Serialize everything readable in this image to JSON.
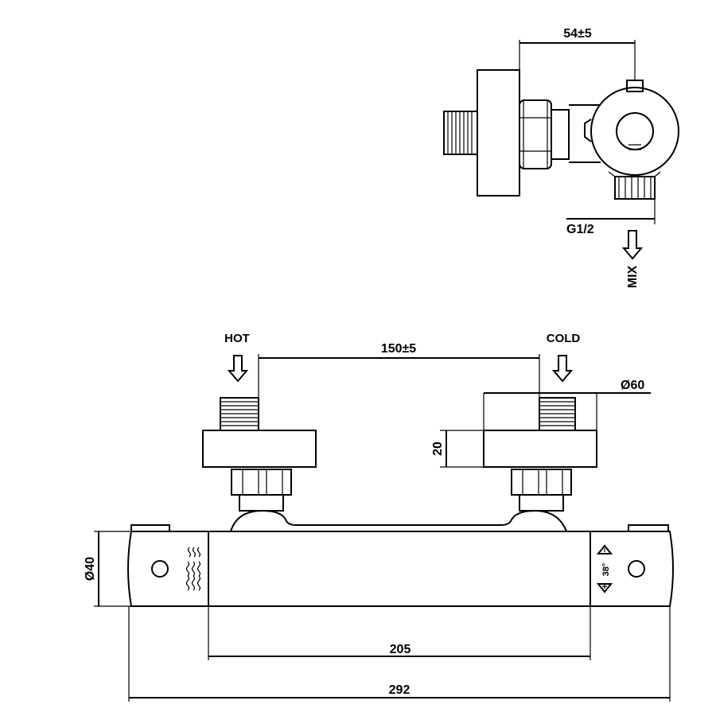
{
  "labels": {
    "dim_depth": "54±5",
    "thread": "G1/2",
    "mix": "MIX",
    "hot": "HOT",
    "cold": "COLD",
    "dim_centres": "150±5",
    "dim_flange_dia": "Ø60",
    "dim_flange_height": "20",
    "dim_body_dia": "Ø40",
    "dim_body_length": "205",
    "dim_total_length": "292",
    "temp_stop": "38°"
  }
}
